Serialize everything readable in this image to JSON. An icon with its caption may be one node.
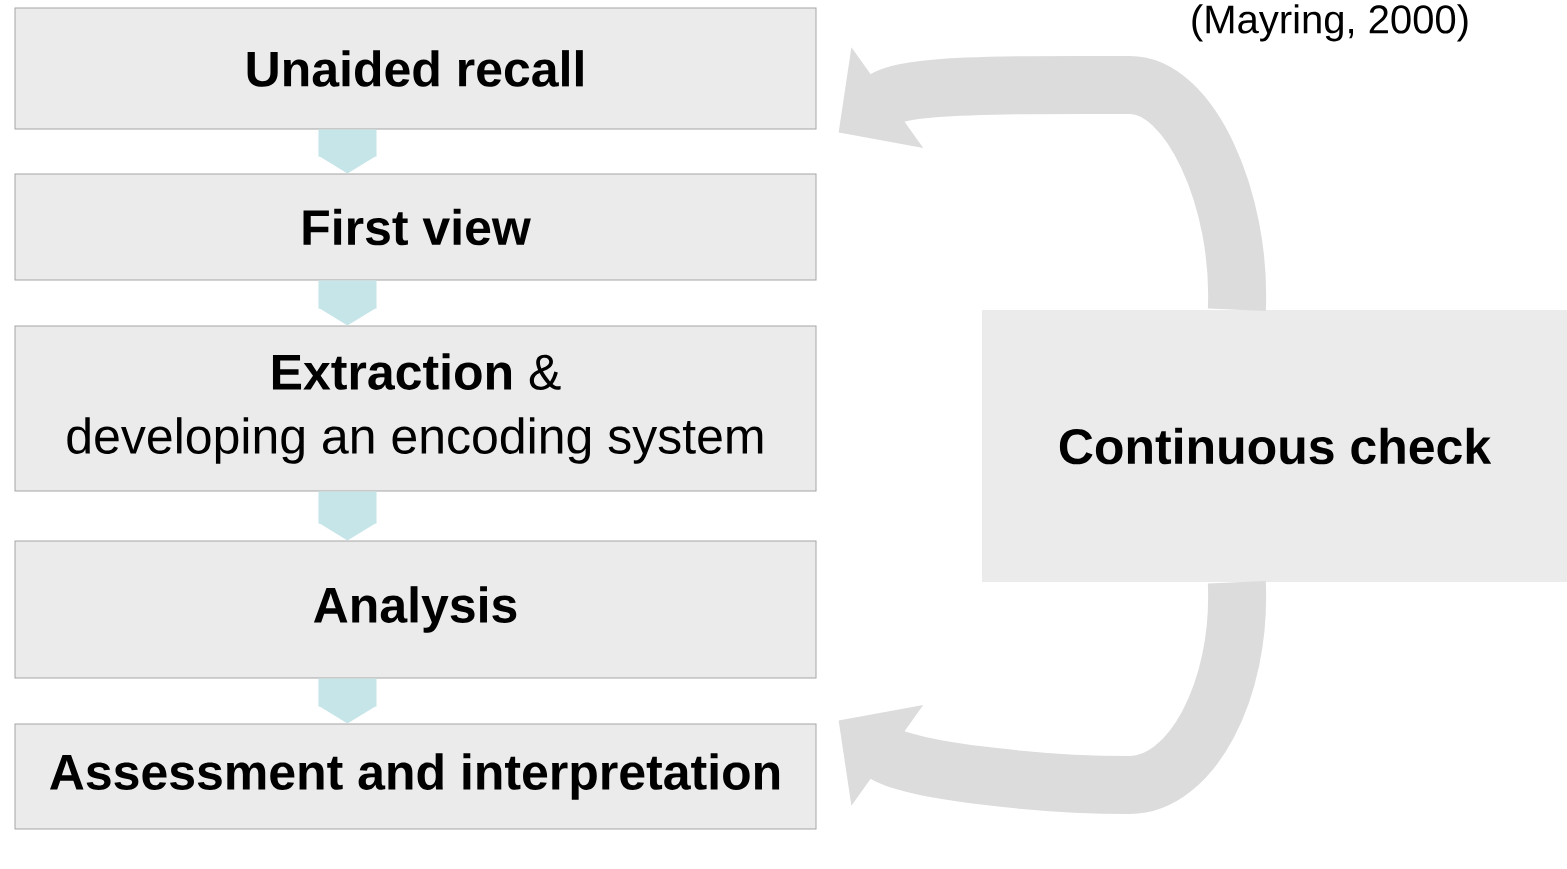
{
  "diagram": {
    "nodes": [
      {
        "text": [
          "Unaided recall"
        ]
      },
      {
        "text": [
          "First view"
        ]
      },
      {
        "text": [
          "**Extraction** &",
          "developing an encoding system"
        ]
      },
      {
        "text": [
          "Analysis"
        ]
      },
      {
        "text": [
          "Assessment and interpretation"
        ]
      },
      {
        "text": [
          "Continuous check"
        ]
      }
    ],
    "edges": [
      {
        "from": 0,
        "to": 1,
        "arrow": "to",
        "color": "#c5e5e8"
      },
      {
        "from": 1,
        "to": 2,
        "arrow": "to",
        "color": "#c5e5e8"
      },
      {
        "from": 2,
        "to": 3,
        "arrow": "to",
        "color": "#c5e5e8"
      },
      {
        "from": 3,
        "to": 4,
        "arrow": "to",
        "color": "#c5e5e8"
      },
      {
        "from": 5,
        "to": 0,
        "arrow": "to",
        "color": "#dcdcdc"
      },
      {
        "from": 5,
        "to": 4,
        "arrow": "to",
        "color": "#dcdcdc"
      }
    ],
    "labels": [
      "(Mayring, 2000)"
    ]
  }
}
